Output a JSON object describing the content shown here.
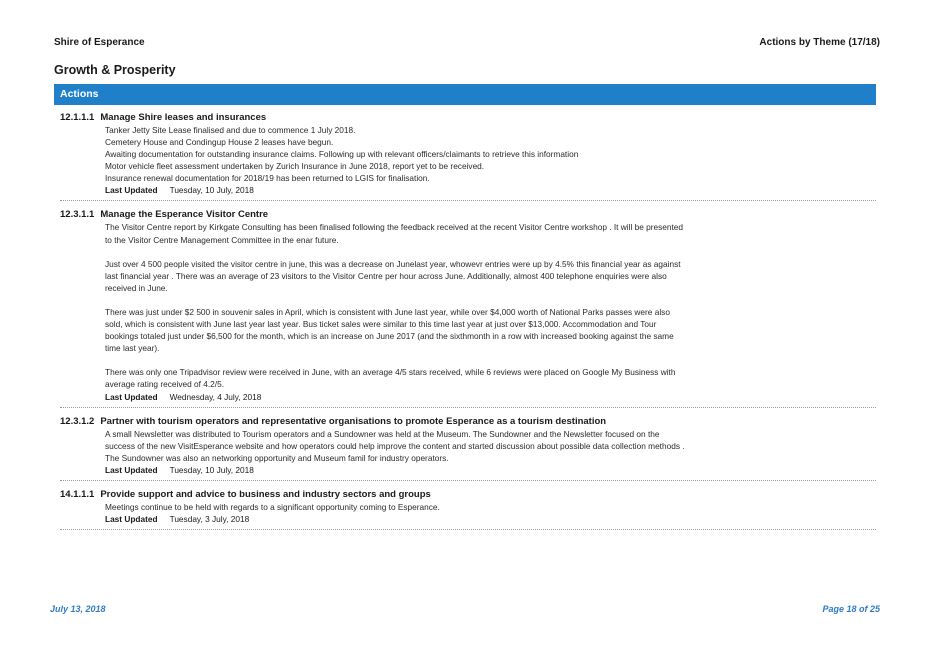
{
  "header": {
    "org": "Shire of Esperance",
    "report": "Actions by Theme  (17/18)"
  },
  "theme_title": "Growth & Prosperity",
  "actions_label": "Actions",
  "last_updated_label": "Last Updated",
  "actions": [
    {
      "code": "12.1.1.1",
      "title": "Manage Shire leases and insurances",
      "paragraphs": [
        "Tanker Jetty Site Lease finalised and due to commence 1 July 2018.\nCemetery House and Condingup House 2 leases have begun.\nAwaiting documentation for outstanding insurance claims. Following up with relevant officers/claimants to retrieve this information\nMotor vehicle fleet assessment undertaken by Zurich Insurance in June 2018, report yet to be received.\nInsurance renewal documentation for 2018/19 has been returned to LGIS for finalisation."
      ],
      "last_updated": "Tuesday, 10 July, 2018"
    },
    {
      "code": "12.3.1.1",
      "title": "Manage the Esperance Visitor Centre",
      "paragraphs": [
        "The  Visitor Centre report by Kirkgate Consulting has been finalised following the feedback received at the recent Visitor Centre workshop . It will be presented\nto the Visitor Centre Management Committee in the enar future.",
        "Just over 4 500 people visited the visitor centre in june, this was a decrease on Junelast year, whowevr entries were up by 4.5% this financial year as against\nlast financial year . There was an average of 23 visitors to the Visitor Centre per hour across June. Additionally, almost 400 telephone enquiries were also\nreceived in June.",
        "There was just under $2 500 in souvenir sales in April, which is consistent with June last year, while  over $4,000 worth of National Parks passes were also\nsold, which is consistent with June last year last year. Bus ticket sales were similar to this time last year at just over $13,000.  Accommodation and Tour\nbookings totaled just under $6,500 for the month, which is an increase on June 2017 (and the sixthmonth in a row with increased booking against the same\ntime last year).",
        "There was only one Tripadvisor review were received in June, with an average 4/5 stars received, while 6 reviews were placed on Google My Business with\naverage rating received of 4.2/5."
      ],
      "last_updated": "Wednesday, 4 July, 2018"
    },
    {
      "code": "12.3.1.2",
      "title": "Partner with tourism operators and representative organisations to promote Esperance as a tourism destination",
      "paragraphs": [
        "A small Newsletter was distributed to Tourism operators and a Sundowner was held at the Museum. The Sundowner and the Newsletter focused on the\nsuccess of the new VisitEsperance website and how operators could help improve the content and started discussion about possible data collection methods .\nThe Sundowner was also an networking opportunity and Museum famil for industry operators."
      ],
      "last_updated": "Tuesday, 10 July, 2018"
    },
    {
      "code": "14.1.1.1",
      "title": "Provide support and advice to business and industry sectors and groups",
      "paragraphs": [
        "Meetings continue to be held with regards to a significant opportunity coming to Esperance."
      ],
      "last_updated": "Tuesday, 3 July, 2018"
    }
  ],
  "footer": {
    "date": "July 13, 2018",
    "page": "Page 18 of 25"
  }
}
